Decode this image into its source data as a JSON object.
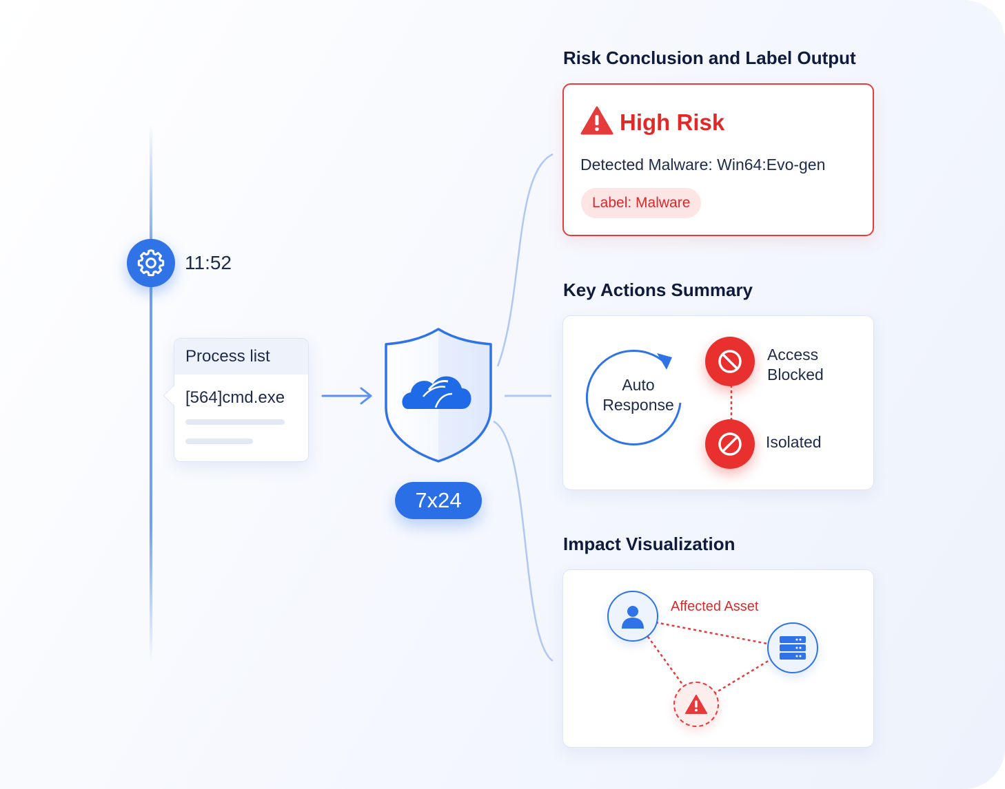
{
  "timeline": {
    "time": "11:52"
  },
  "process_card": {
    "title": "Process list",
    "item": "[564]cmd.exe"
  },
  "engine": {
    "badge": "7x24"
  },
  "risk": {
    "section_title": "Risk Conclusion and Label Output",
    "level": "High Risk",
    "detected_malware": "Detected Malware:  Win64:Evo-gen",
    "label": "Label:  Malware"
  },
  "actions": {
    "section_title": "Key Actions Summary",
    "auto_line1": "Auto",
    "auto_line2": "Response",
    "access_line1": "Access",
    "access_line2": "Blocked",
    "isolated": "Isolated"
  },
  "impact": {
    "section_title": "Impact Visualization",
    "affected_label": "Affected Asset"
  },
  "colors": {
    "accent_blue": "#2f73e6",
    "risk_red": "#e53b3b",
    "text_dark": "#0f1b3d"
  },
  "icons": [
    "gear-icon",
    "arrow-right-icon",
    "shield-cloud-icon",
    "warning-icon",
    "prohibit-icon",
    "cycle-arrow-icon",
    "user-icon",
    "server-icon"
  ]
}
